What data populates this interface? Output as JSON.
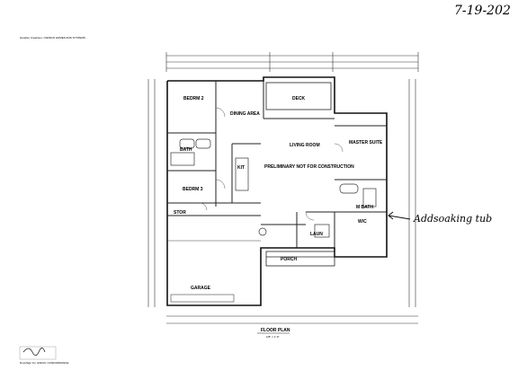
{
  "header": {
    "handwritten_date": "7-19-202",
    "top_left_note": "Handley Creations • DESIGN HOMES AND SYSTEMS"
  },
  "rooms": {
    "bedroom2": "BEDRM 2",
    "dining": "DINING AREA",
    "deck": "DECK",
    "living": "LIVING ROOM",
    "master": "MASTER SUITE",
    "bath": "BATH",
    "kitchen": "KIT",
    "bedroom3": "BEDRM 3",
    "stor": "STOR",
    "garage": "GARAGE",
    "porch": "PORCH",
    "laun": "LAUN",
    "mbath": "M BATH",
    "wic": "W/C"
  },
  "notes": {
    "prelim": "PRELIMINARY NOT FOR CONSTRUCTION",
    "annotation": "Addsoaking tub",
    "plan_title": "FLOOR PLAN",
    "plan_scale": "1/8\" = 1'-0\""
  },
  "footer": {
    "logo_caption": "DocuSign Inc. ESIGN: CONFORMANCE"
  }
}
